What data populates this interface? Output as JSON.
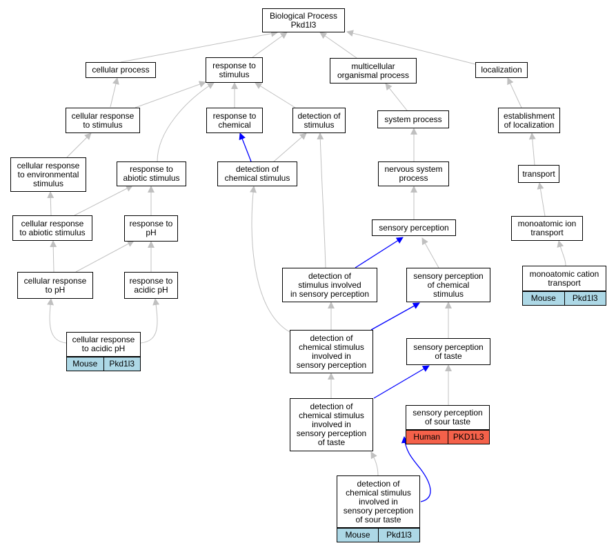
{
  "colors": {
    "edge_gray": "#c0c0c0",
    "edge_blue": "#0000ff",
    "mouse_fill": "#add8e6",
    "human_fill": "#f4614a"
  },
  "nodes": {
    "root": "Biological Process\nPkd1l3",
    "cellular_process": "cellular process",
    "response_to_stimulus": "response to\nstimulus",
    "multicellular_organismal_process": "multicellular\norganismal process",
    "localization": "localization",
    "cellular_response_to_stimulus": "cellular response\nto stimulus",
    "response_to_chemical": "response to\nchemical",
    "detection_of_stimulus": "detection of\nstimulus",
    "system_process": "system process",
    "establishment_of_localization": "establishment\nof localization",
    "cellular_response_to_environmental_stimulus": "cellular response\nto environmental\nstimulus",
    "response_to_abiotic_stimulus": "response to\nabiotic stimulus",
    "detection_of_chemical_stimulus": "detection of\nchemical stimulus",
    "nervous_system_process": "nervous system\nprocess",
    "transport": "transport",
    "cellular_response_to_abiotic_stimulus": "cellular response\nto abiotic stimulus",
    "response_to_ph": "response to\npH",
    "sensory_perception": "sensory perception",
    "monoatomic_ion_transport": "monoatomic ion\ntransport",
    "cellular_response_to_ph": "cellular response\nto pH",
    "response_to_acidic_ph": "response to\nacidic pH",
    "detection_of_stimulus_sensory": "detection of\nstimulus involved\nin sensory perception",
    "sensory_perception_of_chemical_stimulus": "sensory perception\nof chemical\nstimulus",
    "monoatomic_cation_transport": "monoatomic cation\ntransport",
    "cellular_response_to_acidic_ph": "cellular response\nto acidic pH",
    "detection_chem_sensory": "detection of\nchemical stimulus\ninvolved in\nsensory perception",
    "sensory_perception_of_taste": "sensory perception\nof taste",
    "detection_chem_taste": "detection of\nchemical stimulus\ninvolved in\nsensory perception\nof taste",
    "sensory_perception_of_sour_taste": "sensory perception\nof sour taste",
    "detection_chem_sour_taste": "detection of\nchemical stimulus\ninvolved in\nsensory perception\nof sour taste"
  },
  "annotations": {
    "monoatomic_cation_transport": {
      "species": "Mouse",
      "gene": "Pkd1l3"
    },
    "cellular_response_to_acidic_ph": {
      "species": "Mouse",
      "gene": "Pkd1l3"
    },
    "sensory_perception_of_sour_taste": {
      "species": "Human",
      "gene": "PKD1L3"
    },
    "detection_chem_sour_taste": {
      "species": "Mouse",
      "gene": "Pkd1l3"
    }
  }
}
